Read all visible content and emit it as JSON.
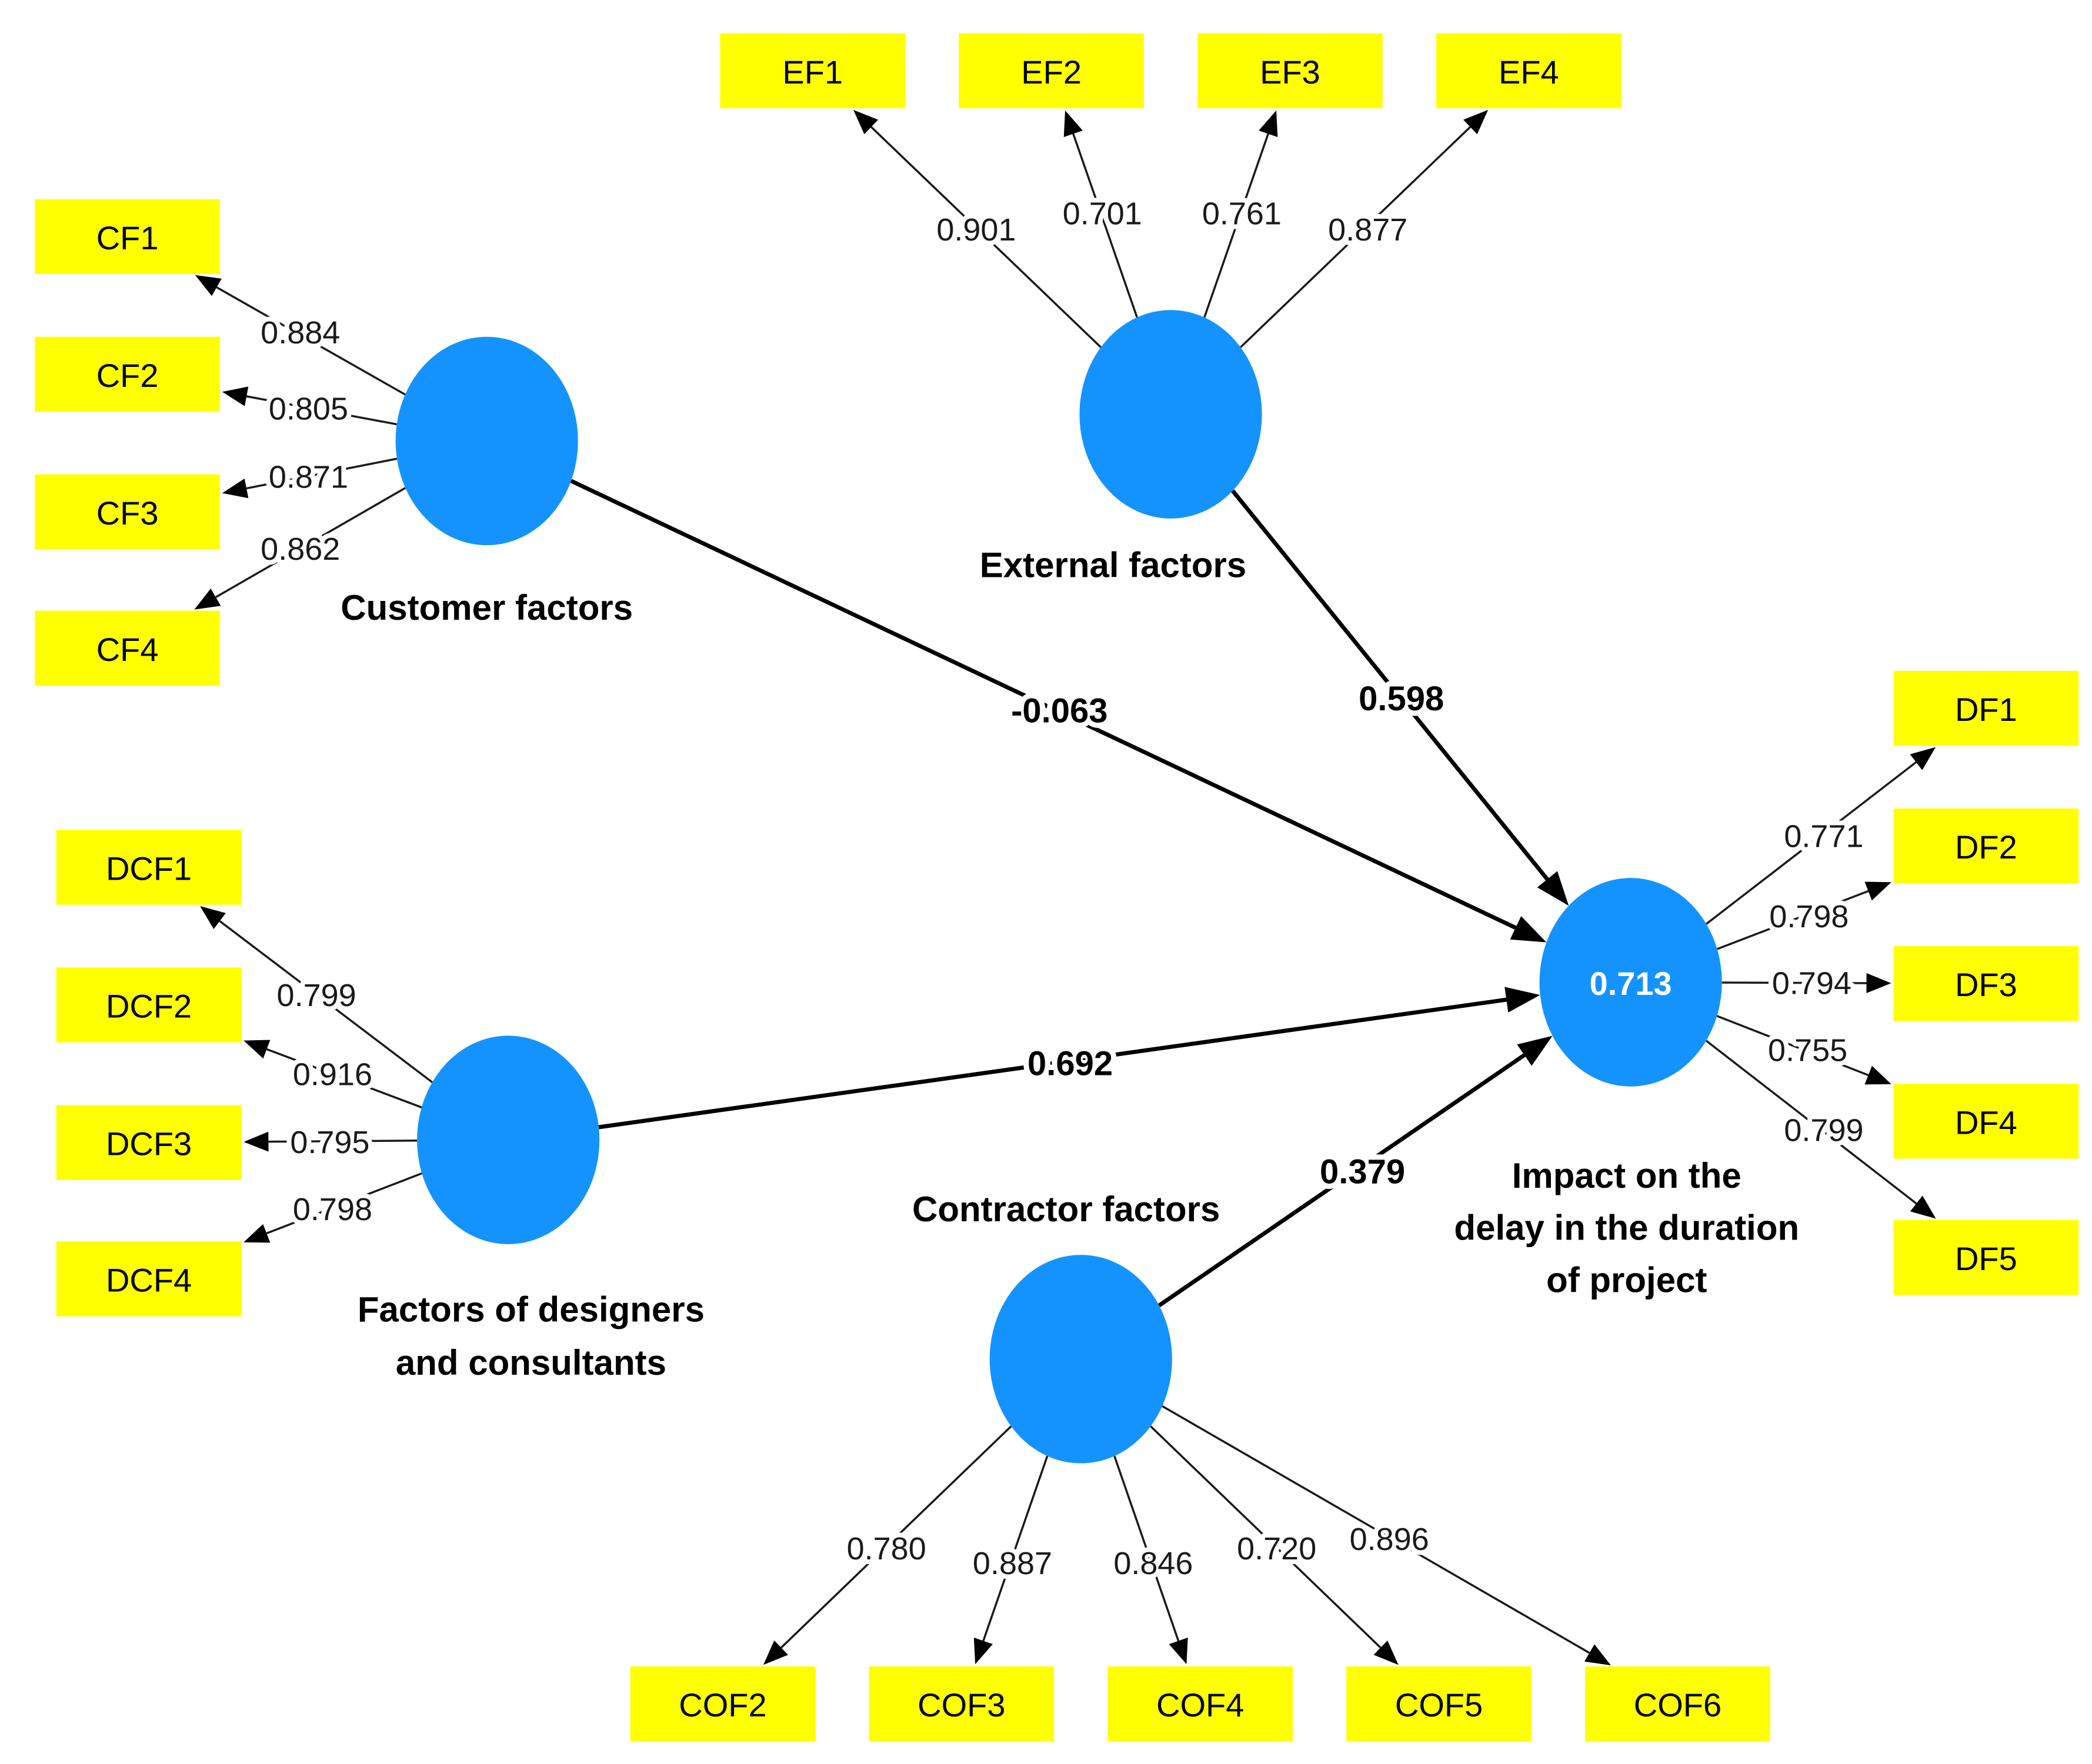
{
  "colors": {
    "indicator_fill": "#ffff00",
    "latent_fill": "#1493ff",
    "line": "#000000",
    "background": "#ffffff"
  },
  "latents": {
    "cf": {
      "label_lines": [
        "Customer factors"
      ]
    },
    "ef": {
      "label_lines": [
        "External factors"
      ]
    },
    "dcf": {
      "label_lines": [
        "Factors of designers",
        "and consultants"
      ]
    },
    "cof": {
      "label_lines": [
        "Contractor factors"
      ]
    },
    "df": {
      "label_lines": [
        "Impact on the",
        "delay in the duration",
        "of project"
      ],
      "r_squared": "0.713"
    }
  },
  "indicators": {
    "cf": [
      {
        "label": "CF1",
        "loading": "0.884"
      },
      {
        "label": "CF2",
        "loading": "0.805"
      },
      {
        "label": "CF3",
        "loading": "0.871"
      },
      {
        "label": "CF4",
        "loading": "0.862"
      }
    ],
    "ef": [
      {
        "label": "EF1",
        "loading": "0.901"
      },
      {
        "label": "EF2",
        "loading": "0.701"
      },
      {
        "label": "EF3",
        "loading": "0.761"
      },
      {
        "label": "EF4",
        "loading": "0.877"
      }
    ],
    "dcf": [
      {
        "label": "DCF1",
        "loading": "0.799"
      },
      {
        "label": "DCF2",
        "loading": "0.916"
      },
      {
        "label": "DCF3",
        "loading": "0.795"
      },
      {
        "label": "DCF4",
        "loading": "0.798"
      }
    ],
    "cof": [
      {
        "label": "COF2",
        "loading": "0.780"
      },
      {
        "label": "COF3",
        "loading": "0.887"
      },
      {
        "label": "COF4",
        "loading": "0.846"
      },
      {
        "label": "COF5",
        "loading": "0.720"
      },
      {
        "label": "COF6",
        "loading": "0.896"
      }
    ],
    "df": [
      {
        "label": "DF1",
        "loading": "0.771"
      },
      {
        "label": "DF2",
        "loading": "0.798"
      },
      {
        "label": "DF3",
        "loading": "0.794"
      },
      {
        "label": "DF4",
        "loading": "0.755"
      },
      {
        "label": "DF5",
        "loading": "0.799"
      }
    ]
  },
  "paths": [
    {
      "from": "cf",
      "to": "df",
      "coefficient": "-0.063"
    },
    {
      "from": "ef",
      "to": "df",
      "coefficient": "0.598"
    },
    {
      "from": "dcf",
      "to": "df",
      "coefficient": "0.692"
    },
    {
      "from": "cof",
      "to": "df",
      "coefficient": "0.379"
    }
  ]
}
